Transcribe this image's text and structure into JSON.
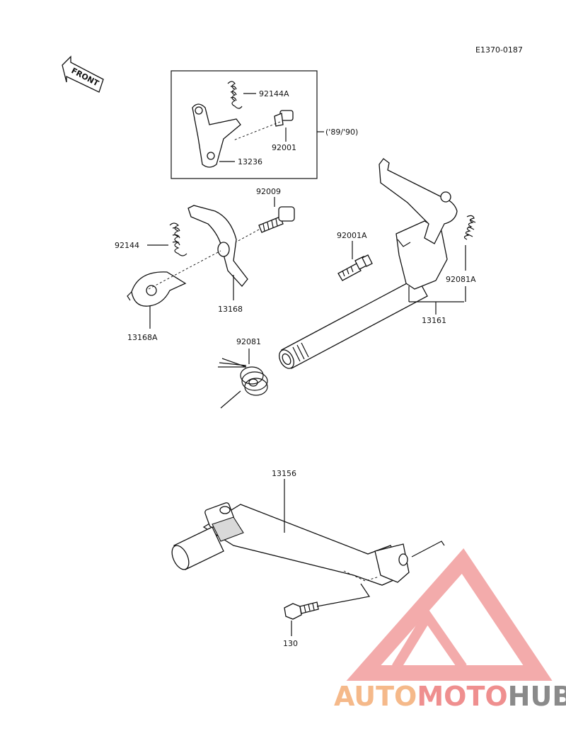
{
  "diagram_code": "E1370-0187",
  "front_label": "FRONT",
  "box_label": "('89/'90)",
  "parts": {
    "p92144A": "92144A",
    "p92001": "92001",
    "p13236": "13236",
    "p92009": "92009",
    "p92144": "92144",
    "p13168": "13168",
    "p13168A": "13168A",
    "p92001A": "92001A",
    "p92081A": "92081A",
    "p13161": "13161",
    "p92081": "92081",
    "p13156": "13156",
    "p130": "130"
  },
  "watermark": {
    "part1": "AUTO",
    "part2": "MOTO",
    "part3": "HUB",
    "color1": "#f5b98a",
    "color2": "#ef8f8f",
    "color3": "#8a8a8a"
  }
}
